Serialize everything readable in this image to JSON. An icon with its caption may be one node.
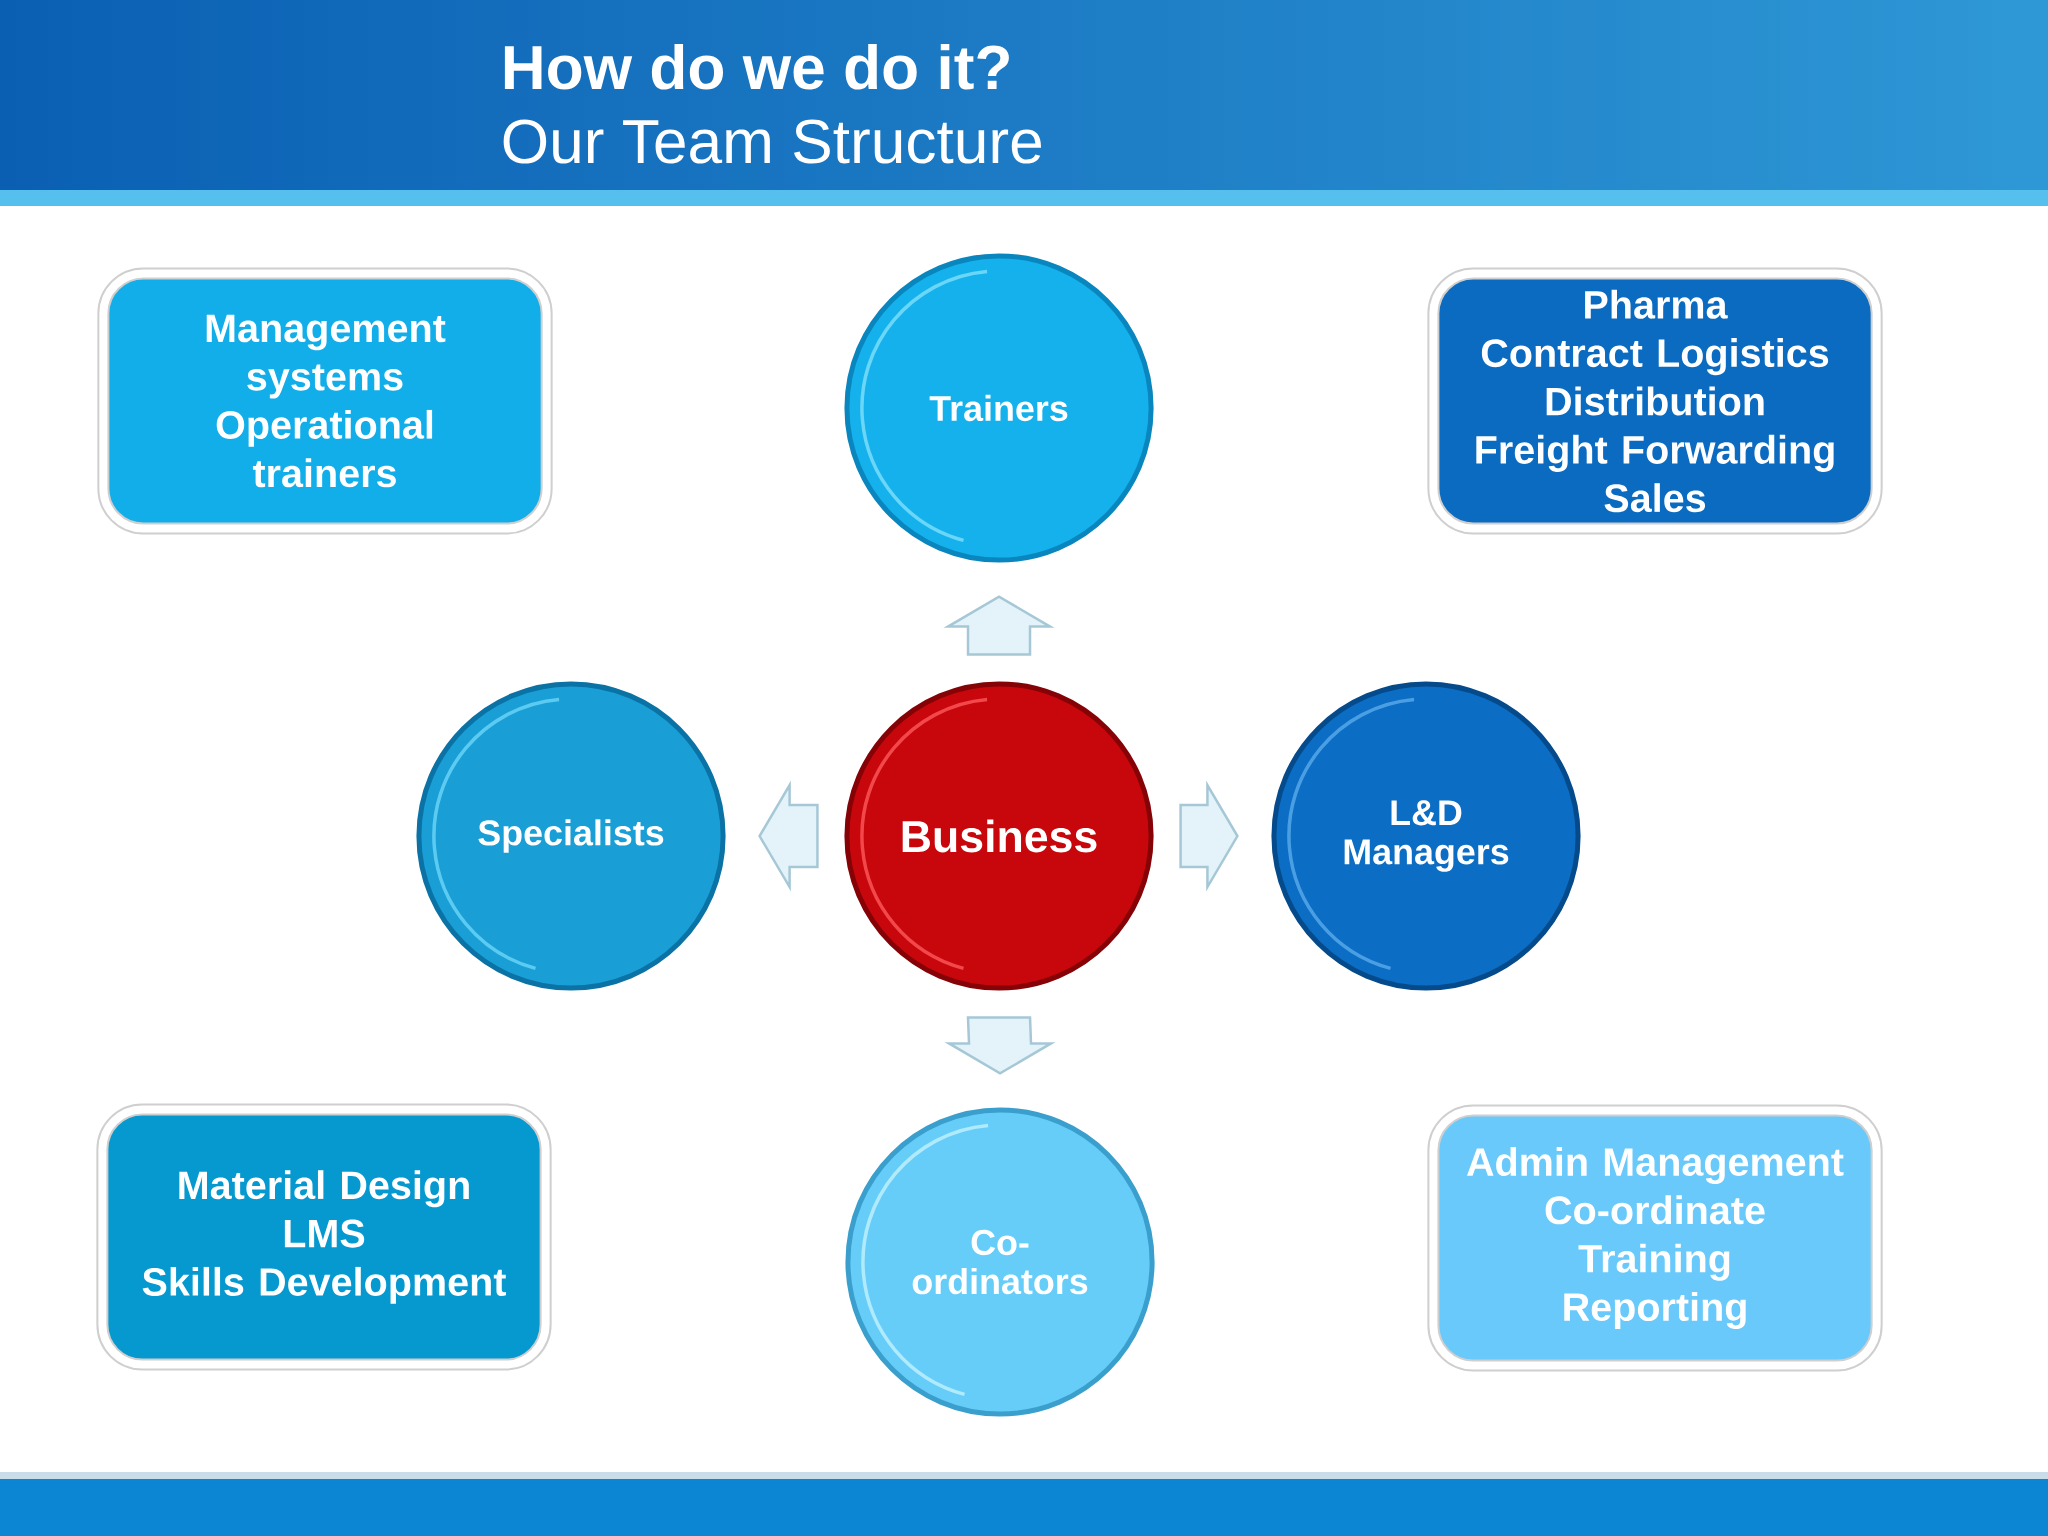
{
  "diagram": {
    "title": "How do we do it?",
    "nodes": [
      {
        "text": [
          "Management systems",
          "Operational trainers"
        ]
      },
      {
        "text": [
          "Trainers"
        ]
      },
      {
        "text": [
          "Pharma",
          "Contract Logistics",
          "Distribution",
          "Freight Forwarding",
          "Sales"
        ]
      },
      {
        "text": [
          "Specialists"
        ]
      },
      {
        "text": [
          "Business"
        ]
      },
      {
        "text": [
          "L&D Managers"
        ]
      },
      {
        "text": [
          "Material Design",
          "LMS",
          "Skills Development"
        ]
      },
      {
        "text": [
          "Co-ordinators"
        ]
      },
      {
        "text": [
          "Admin Management",
          "Co-ordinate Training",
          "Reporting"
        ]
      }
    ],
    "edges": [
      {
        "from": 4,
        "to": 1,
        "arrow": "to"
      },
      {
        "from": 4,
        "to": 3,
        "arrow": "to"
      },
      {
        "from": 4,
        "to": 5,
        "arrow": "to"
      },
      {
        "from": 4,
        "to": 7,
        "arrow": "to"
      }
    ],
    "labels": [
      "Our Team Structure"
    ]
  }
}
